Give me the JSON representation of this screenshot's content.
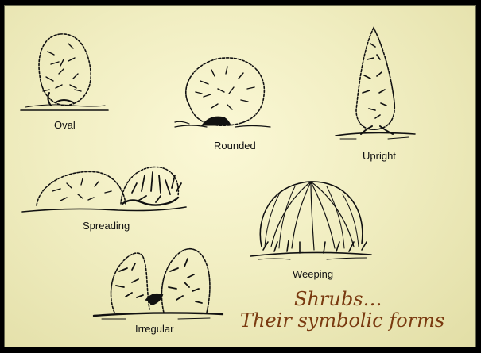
{
  "shrub_forms": [
    {
      "label": "Oval",
      "icon": "oval-shrub-icon"
    },
    {
      "label": "Rounded",
      "icon": "rounded-shrub-icon"
    },
    {
      "label": "Upright",
      "icon": "upright-shrub-icon"
    },
    {
      "label": "Spreading",
      "icon": "spreading-shrub-icon"
    },
    {
      "label": "Weeping",
      "icon": "weeping-shrub-icon"
    },
    {
      "label": "Irregular",
      "icon": "irregular-shrub-icon"
    }
  ],
  "caption": {
    "line1": "Shrubs…",
    "line2": "Their symbolic forms"
  },
  "colors": {
    "background": "#f1eec2",
    "ink": "#111111",
    "caption": "#7a3a10"
  }
}
